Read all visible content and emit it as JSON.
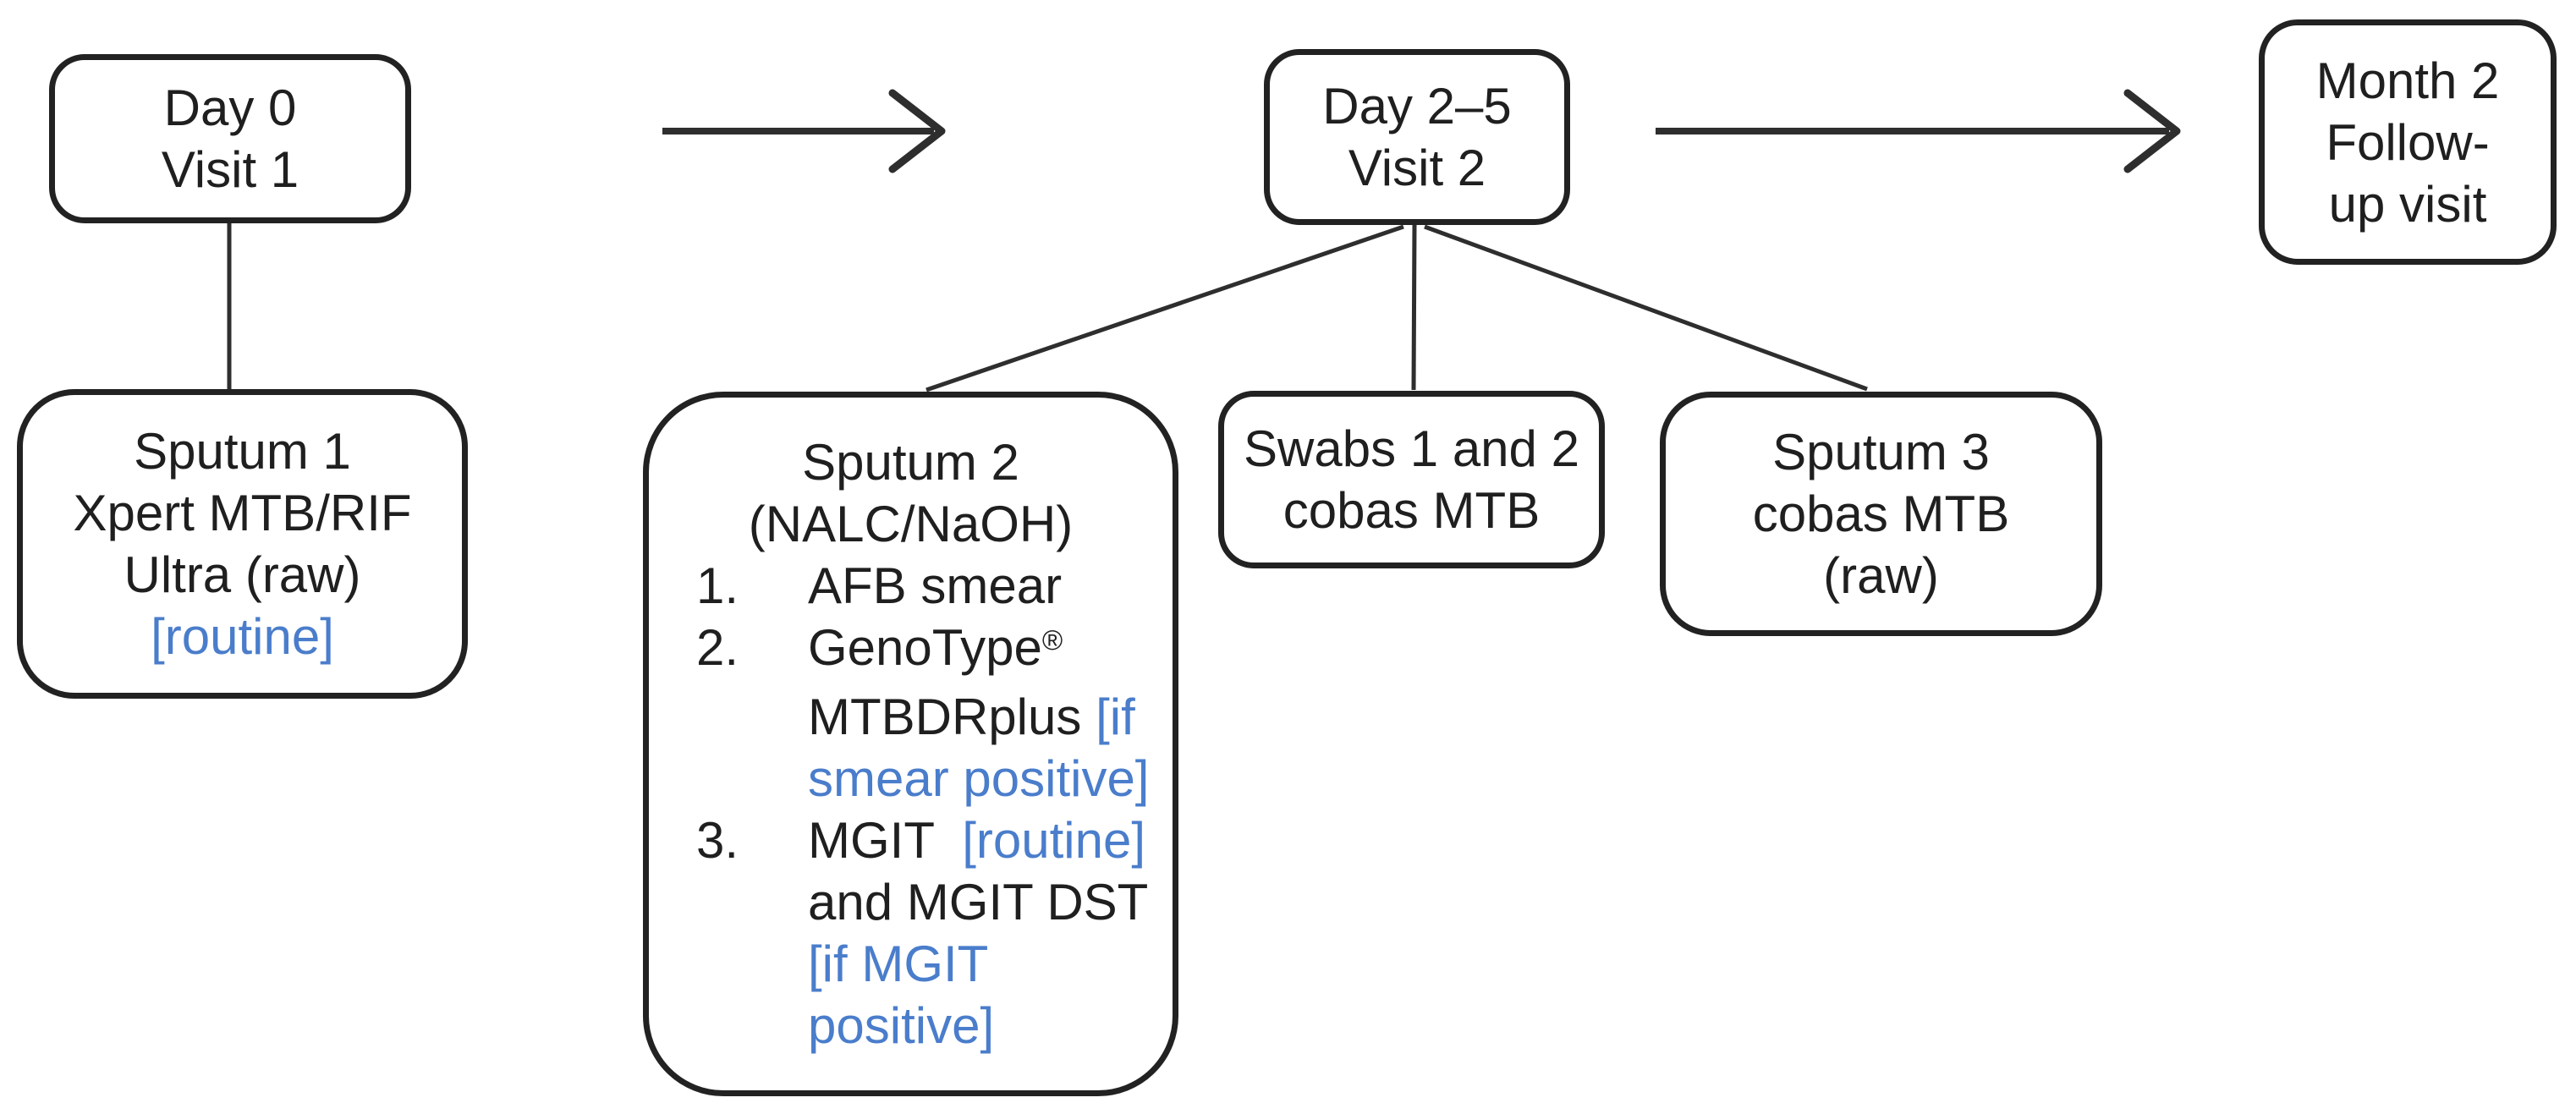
{
  "palette": {
    "ink": "#1f1f1f",
    "box_border": "#222222",
    "connector": "#2e2e2e",
    "accent_blue": "#4a7dcb",
    "background": "#ffffff"
  },
  "nodes": {
    "visit1": {
      "line1": "Day 0",
      "line2": "Visit 1"
    },
    "visit2": {
      "line1": "Day 2–5",
      "line2": "Visit 2"
    },
    "followup": {
      "line1": "Month 2",
      "line2": "Follow-",
      "line3": "up visit"
    },
    "sputum1": {
      "line1": "Sputum 1",
      "line2": "Xpert MTB/RIF",
      "line3": "Ultra (raw)",
      "line4": "[routine]"
    },
    "swabs": {
      "line1": "Swabs 1 and 2",
      "line2": "cobas MTB"
    },
    "sputum3": {
      "line1": "Sputum 3",
      "line2": "cobas MTB",
      "line3": "(raw)"
    },
    "sputum2": {
      "title1": "Sputum 2",
      "title2": "(NALC/NaOH)",
      "items": [
        {
          "num": "1.",
          "lines": [
            [
              {
                "t": "AFB smear"
              }
            ]
          ]
        },
        {
          "num": "2.",
          "lines": [
            [
              {
                "t": "GenoType"
              },
              {
                "t": "®",
                "sup": true
              }
            ],
            [
              {
                "t": "MTBDRplus "
              },
              {
                "t": "[if",
                "blue": true
              }
            ],
            [
              {
                "t": "smear positive]",
                "blue": true
              }
            ]
          ]
        },
        {
          "num": "3.",
          "lines": [
            [
              {
                "t": "MGIT "
              },
              {
                "t": " [routine]",
                "blue": true
              }
            ],
            [
              {
                "t": "and MGIT DST"
              }
            ],
            [
              {
                "t": "[if MGIT",
                "blue": true
              }
            ],
            [
              {
                "t": "positive]",
                "blue": true
              }
            ]
          ]
        }
      ]
    }
  },
  "connectors": {
    "visit1_to_sputum1": "line",
    "visit2_fan": [
      "to-sputum2",
      "to-swabs",
      "to-sputum3"
    ],
    "arrow_visit1_to_visit2": "right-arrow",
    "arrow_visit2_to_followup": "right-arrow"
  }
}
